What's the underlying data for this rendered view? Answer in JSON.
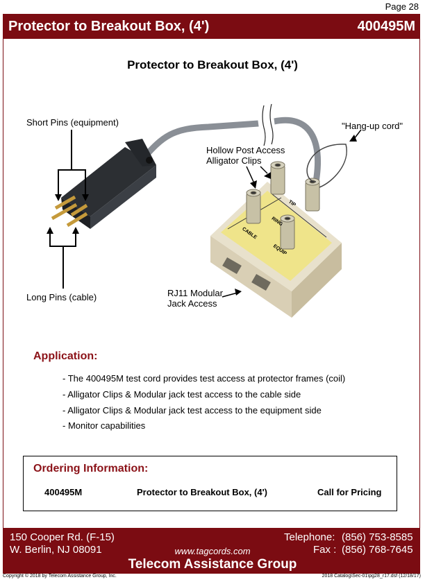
{
  "page_number": "Page 28",
  "header": {
    "title": "Protector to Breakout Box, (4')",
    "part_number": "400495M"
  },
  "content_title": "Protector to Breakout Box, (4')",
  "callouts": {
    "short_pins": "Short Pins (equipment)",
    "hang_up": "\"Hang-up cord\"",
    "hollow_1": "Hollow Post Access",
    "hollow_2": "Alligator Clips",
    "long_pins": "Long Pins (cable)",
    "rj11_1": "RJ11 Modular",
    "rj11_2": "Jack Access"
  },
  "box_labels": {
    "tip": "TIP",
    "ring": "RING",
    "cable": "CABLE",
    "equip": "EQUIP"
  },
  "application": {
    "heading": "Application:",
    "items": [
      "- The 400495M test cord provides test access at protector frames (coil)",
      "- Alligator Clips & Modular jack test access to the cable side",
      "- Alligator Clips & Modular jack test access to the equipment side",
      "- Monitor capabilities"
    ]
  },
  "ordering": {
    "heading": "Ordering Information:",
    "part": "400495M",
    "description": "Protector to Breakout Box, (4')",
    "price": "Call for Pricing"
  },
  "footer": {
    "address_1": "150 Cooper Rd. (F-15)",
    "address_2": "W. Berlin, NJ  08091",
    "phone_label": "Telephone:",
    "phone": "(856) 753-8585",
    "fax_label": "Fax :",
    "fax": "(856) 768-7645",
    "website": "www.tagcords.com",
    "company": "Telecom  Assistance Group",
    "copyright": "Copyright © 2018 by Telecom Assistance Group, Inc.",
    "file_ref": "2018 Catalog\\Sec-01\\pg28_r17.dsf (12/18/17)"
  },
  "colors": {
    "brand": "#7b0c12",
    "heading": "#8b1218"
  }
}
